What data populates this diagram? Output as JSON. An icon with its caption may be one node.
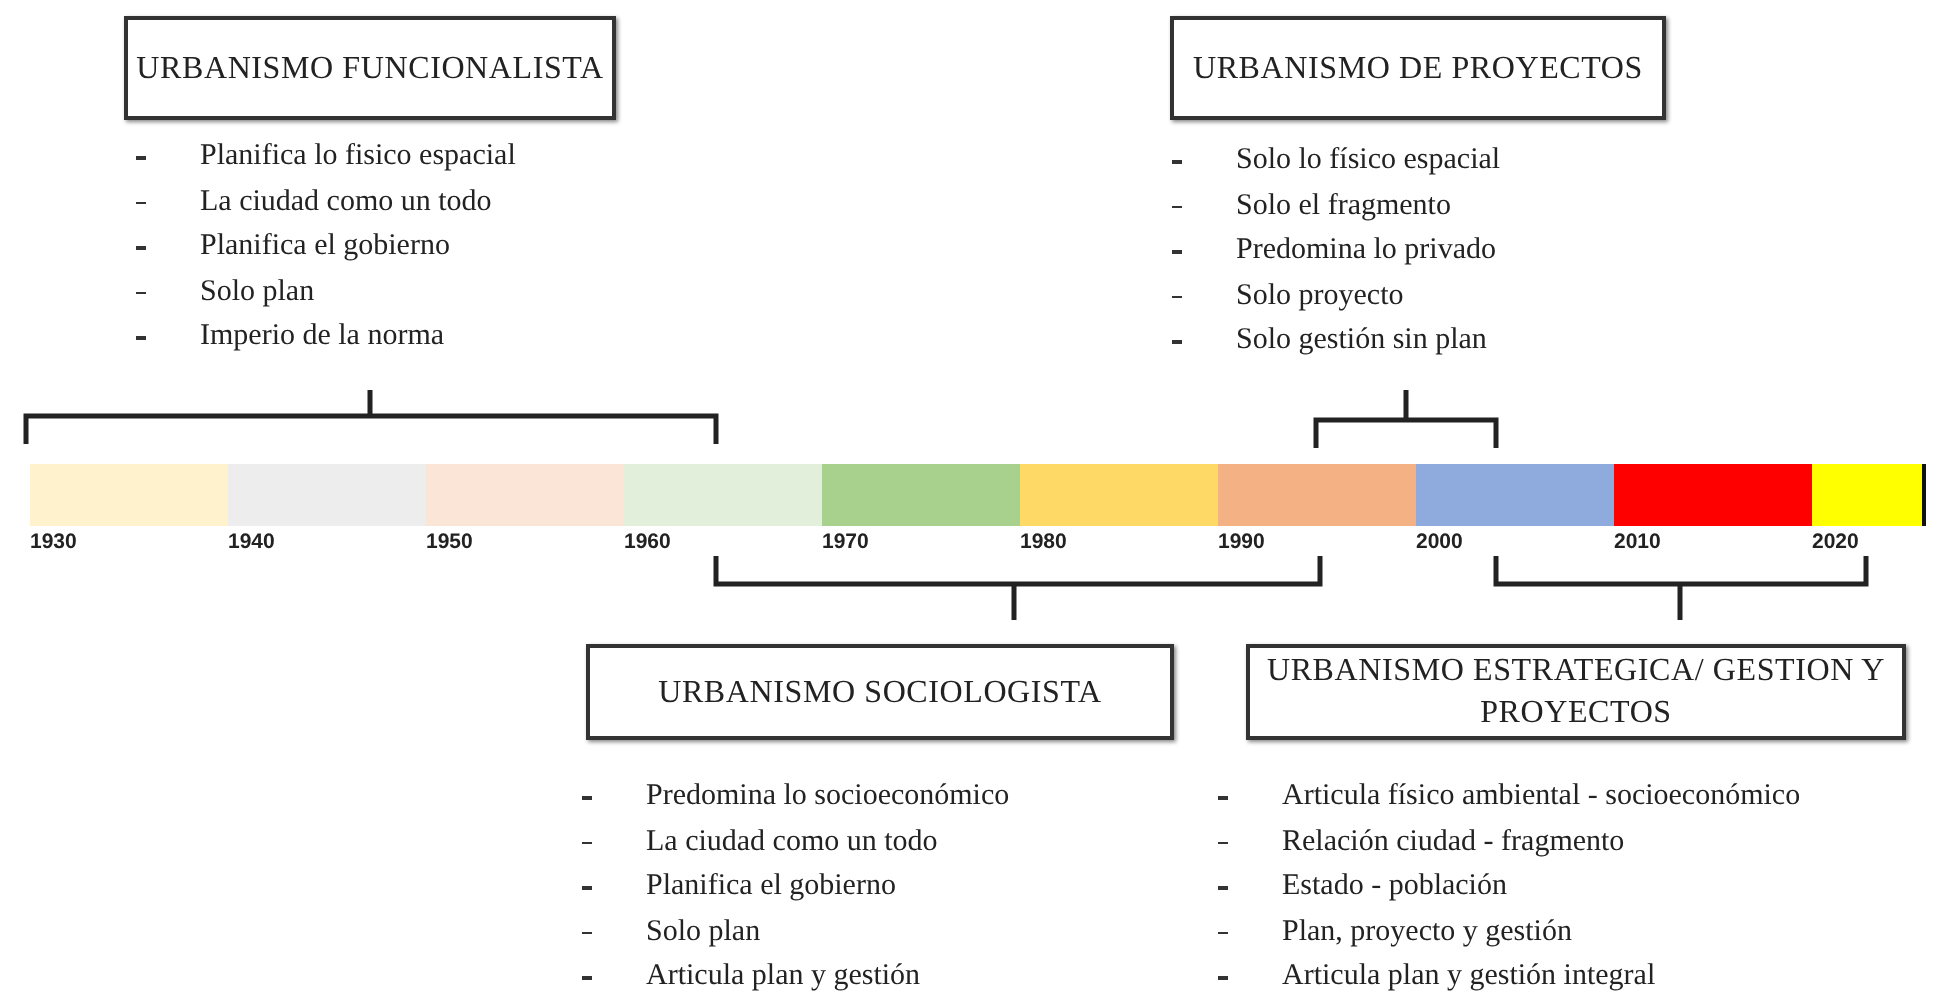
{
  "diagram": {
    "nodes": [
      {
        "text": [
          "URBANISMO FUNCIONALISTA"
        ],
        "beside": [
          "Planifica lo fisico espacial",
          "La ciudad como un todo",
          "Planifica el gobierno",
          "Solo plan",
          "Imperio de la norma"
        ]
      },
      {
        "text": [
          "URBANISMO DE PROYECTOS"
        ],
        "beside": [
          "Solo lo físico espacial",
          "Solo el fragmento",
          "Predomina lo privado",
          "Solo proyecto",
          "Solo gestión sin plan"
        ]
      },
      {
        "text": [
          "URBANISMO SOCIOLOGISTA"
        ],
        "beside": [
          "Predomina lo socioeconómico",
          "La ciudad como un todo",
          "Planifica el gobierno",
          "Solo plan",
          "Articula plan y gestión"
        ]
      },
      {
        "text": [
          "URBANISMO ESTRATEGICA/ GESTION Y PROYECTOS"
        ],
        "beside": [
          "Articula físico ambiental - socioeconómico",
          "Relación ciudad - fragmento",
          "Estado - población",
          "Plan, proyecto y gestión",
          "Articula plan y gestión integral"
        ]
      }
    ],
    "labels": [
      "1930",
      "1940",
      "1950",
      "1960",
      "1970",
      "1980",
      "1990",
      "2000",
      "2010",
      "2020"
    ]
  }
}
